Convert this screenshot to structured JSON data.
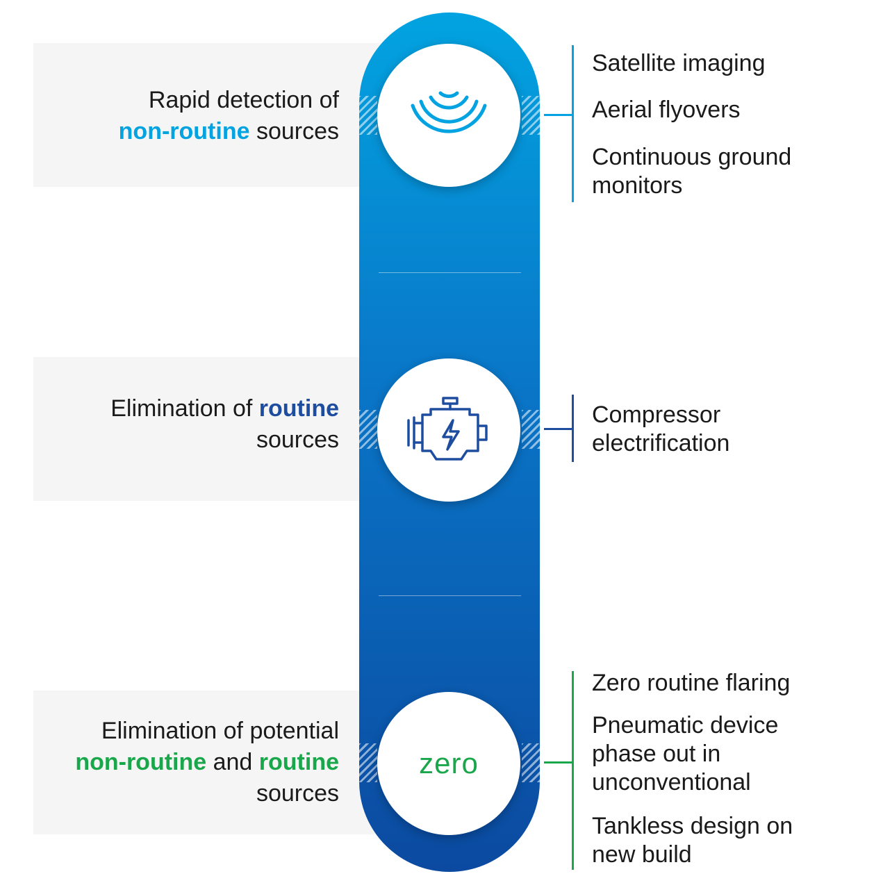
{
  "colors": {
    "light_blue": "#02a3e0",
    "dark_blue": "#1e4da0",
    "green": "#1aa64a",
    "pill_top": "#02a3e0",
    "pill_bottom": "#0b4aa0",
    "panel_bg": "#f5f5f5"
  },
  "stages": [
    {
      "icon": "signal-waves-icon",
      "left": {
        "line1": "Rapid detection of",
        "hl1": "non-routine",
        "rest": " sources"
      },
      "items": [
        "Satellite imaging",
        "Aerial flyovers",
        "Continuous ground monitors"
      ]
    },
    {
      "icon": "engine-icon",
      "left": {
        "line1_prefix": "Elimination of ",
        "hl1": "routine",
        "line2": "sources"
      },
      "items": [
        "Compressor electrification"
      ]
    },
    {
      "icon": "zero-icon",
      "icon_text": "zero",
      "left": {
        "line1": "Elimination of potential",
        "hl1": "non-routine",
        "mid": " and ",
        "hl2": "routine",
        "line3": "sources"
      },
      "items": [
        "Zero routine flaring",
        "Pneumatic device phase out in unconventional",
        "Tankless design on new build"
      ]
    }
  ]
}
